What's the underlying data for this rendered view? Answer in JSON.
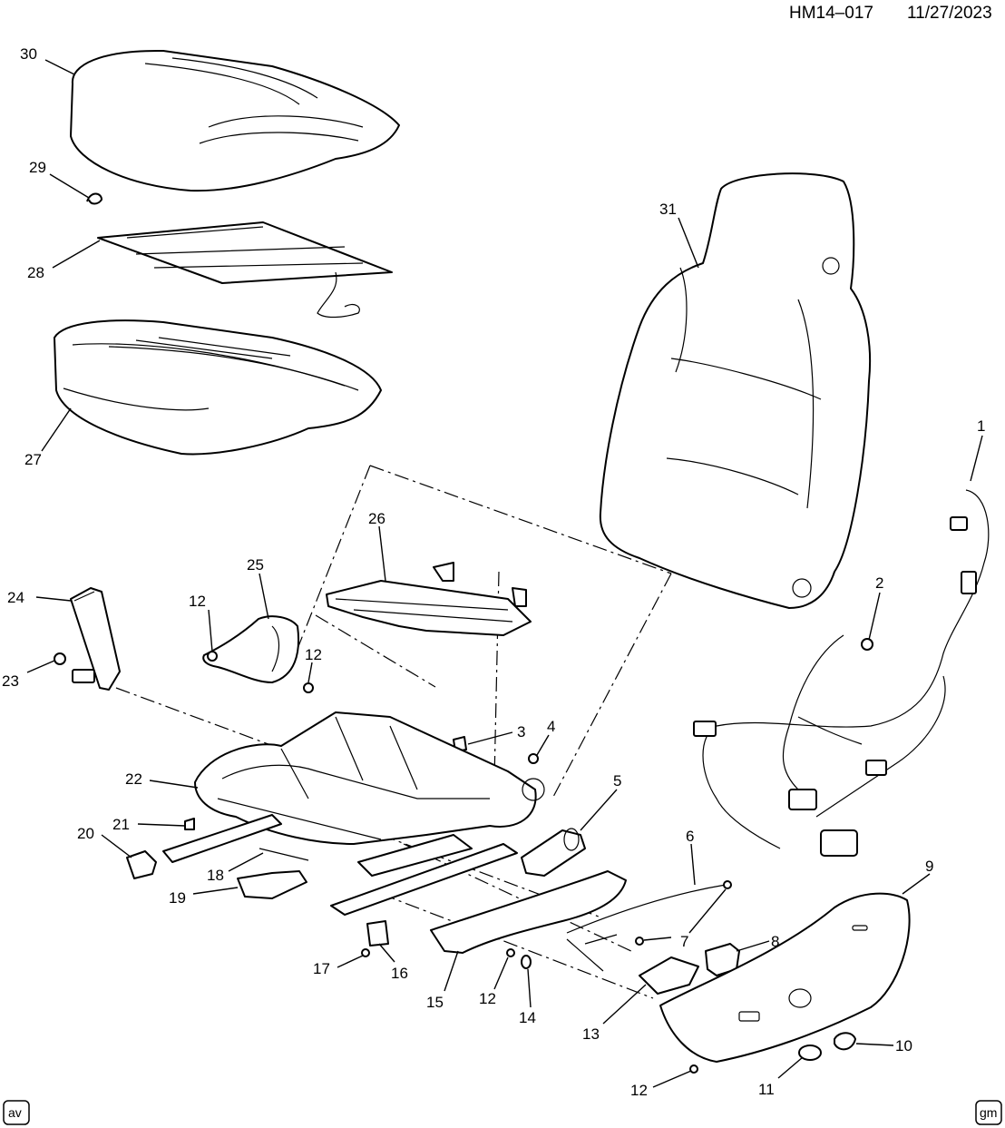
{
  "header": {
    "drawing_id": "HM14–017",
    "date": "11/27/2023"
  },
  "logos": {
    "left": "av",
    "right": "gm"
  },
  "callouts": [
    {
      "id": "c30",
      "label": "30"
    },
    {
      "id": "c29",
      "label": "29"
    },
    {
      "id": "c28",
      "label": "28"
    },
    {
      "id": "c27",
      "label": "27"
    },
    {
      "id": "c31",
      "label": "31"
    },
    {
      "id": "c1",
      "label": "1"
    },
    {
      "id": "c26",
      "label": "26"
    },
    {
      "id": "c25",
      "label": "25"
    },
    {
      "id": "c24",
      "label": "24"
    },
    {
      "id": "c12a",
      "label": "12"
    },
    {
      "id": "c12b",
      "label": "12"
    },
    {
      "id": "c23",
      "label": "23"
    },
    {
      "id": "c2",
      "label": "2"
    },
    {
      "id": "c3",
      "label": "3"
    },
    {
      "id": "c4",
      "label": "4"
    },
    {
      "id": "c22",
      "label": "22"
    },
    {
      "id": "c5",
      "label": "5"
    },
    {
      "id": "c21",
      "label": "21"
    },
    {
      "id": "c20",
      "label": "20"
    },
    {
      "id": "c6",
      "label": "6"
    },
    {
      "id": "c18",
      "label": "18"
    },
    {
      "id": "c9",
      "label": "9"
    },
    {
      "id": "c19",
      "label": "19"
    },
    {
      "id": "c7",
      "label": "7"
    },
    {
      "id": "c8",
      "label": "8"
    },
    {
      "id": "c17",
      "label": "17"
    },
    {
      "id": "c16",
      "label": "16"
    },
    {
      "id": "c15",
      "label": "15"
    },
    {
      "id": "c12c",
      "label": "12"
    },
    {
      "id": "c14",
      "label": "14"
    },
    {
      "id": "c13",
      "label": "13"
    },
    {
      "id": "c10",
      "label": "10"
    },
    {
      "id": "c11",
      "label": "11"
    },
    {
      "id": "c12d",
      "label": "12"
    }
  ]
}
